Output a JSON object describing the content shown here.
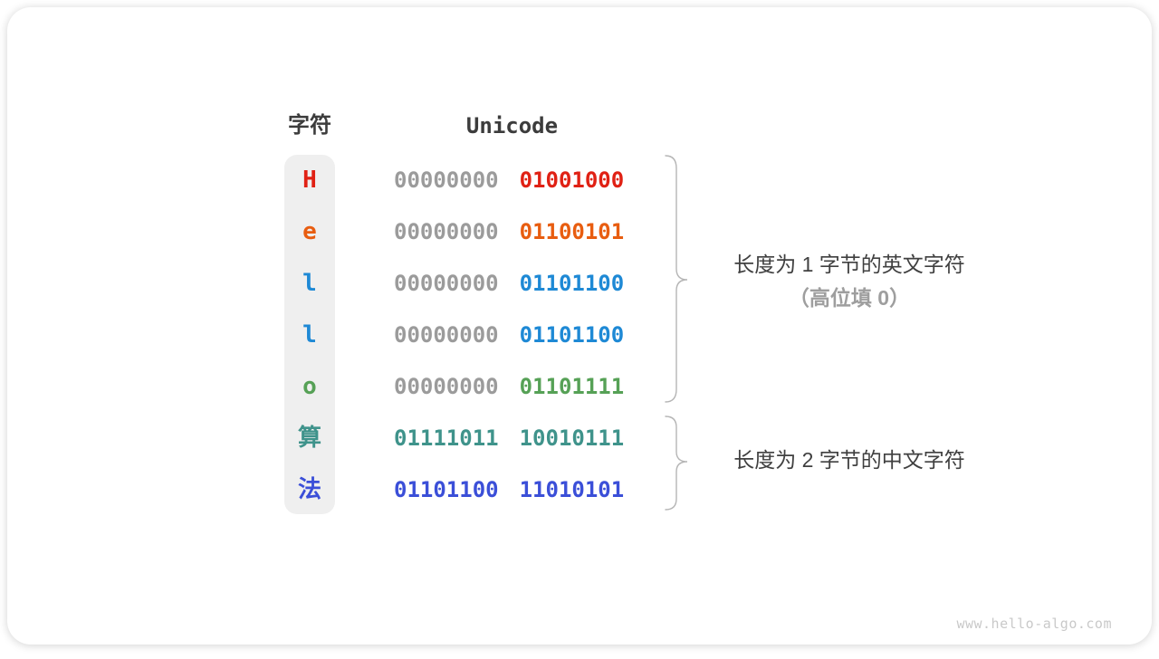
{
  "colors": {
    "gray_bits": "#9b9b9b",
    "char_column_bg": "#efefef",
    "text_dark": "#3c3c3c",
    "text_muted": "#9e9e9e",
    "brace": "#b5b5b5",
    "watermark": "#c9c9c9"
  },
  "table": {
    "char_header": "字符",
    "unicode_header": "Unicode",
    "rows": [
      {
        "char": "H",
        "byte1": "00000000",
        "byte2": "01001000",
        "color": "#e02114",
        "byte1_color": "#9b9b9b"
      },
      {
        "char": "e",
        "byte1": "00000000",
        "byte2": "01100101",
        "color": "#e85d10",
        "byte1_color": "#9b9b9b"
      },
      {
        "char": "l",
        "byte1": "00000000",
        "byte2": "01101100",
        "color": "#1e89d5",
        "byte1_color": "#9b9b9b"
      },
      {
        "char": "l",
        "byte1": "00000000",
        "byte2": "01101100",
        "color": "#1e89d5",
        "byte1_color": "#9b9b9b"
      },
      {
        "char": "o",
        "byte1": "00000000",
        "byte2": "01101111",
        "color": "#56a156",
        "byte1_color": "#9b9b9b"
      },
      {
        "char": "算",
        "byte1": "01111011",
        "byte2": "10010111",
        "color": "#3f938b",
        "byte1_color": "#3f938b"
      },
      {
        "char": "法",
        "byte1": "01101100",
        "byte2": "11010101",
        "color": "#3b4fd8",
        "byte1_color": "#3b4fd8"
      }
    ]
  },
  "annotations": {
    "english": {
      "line1": "长度为 1 字节的英文字符",
      "line2": "（高位填 0）"
    },
    "chinese": {
      "line1": "长度为 2 字节的中文字符"
    }
  },
  "watermark": "www.hello-algo.com"
}
